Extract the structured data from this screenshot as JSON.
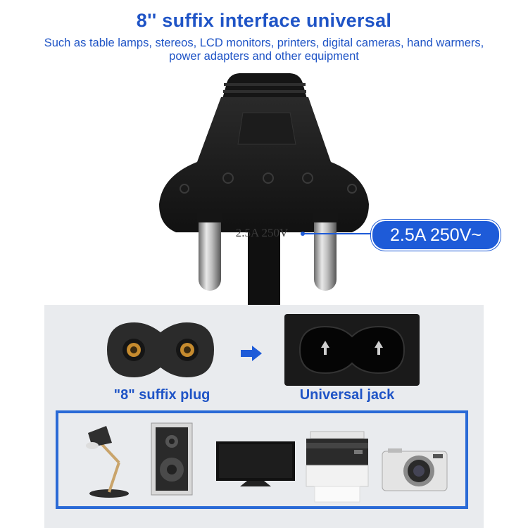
{
  "header": {
    "title": "8'' suffix interface universal",
    "subtitle": "Such as table lamps, stereos, LCD monitors, printers, digital cameras, hand warmers, power adapters and other equipment"
  },
  "plug": {
    "embossed_rating": "2.5A 250V",
    "callout": "2.5A  250V~"
  },
  "connectors": {
    "plug_label": "\"8\" suffix plug",
    "jack_label": "Universal jack"
  },
  "devices": [
    {
      "name": "table-lamp-icon"
    },
    {
      "name": "speaker-icon"
    },
    {
      "name": "lcd-monitor-icon"
    },
    {
      "name": "printer-icon"
    },
    {
      "name": "digital-camera-icon"
    }
  ],
  "colors": {
    "accent": "#1f54c6",
    "callout_bg": "#1e5bd8",
    "panel_bg": "#e9ebee",
    "border": "#2a6ad6"
  }
}
